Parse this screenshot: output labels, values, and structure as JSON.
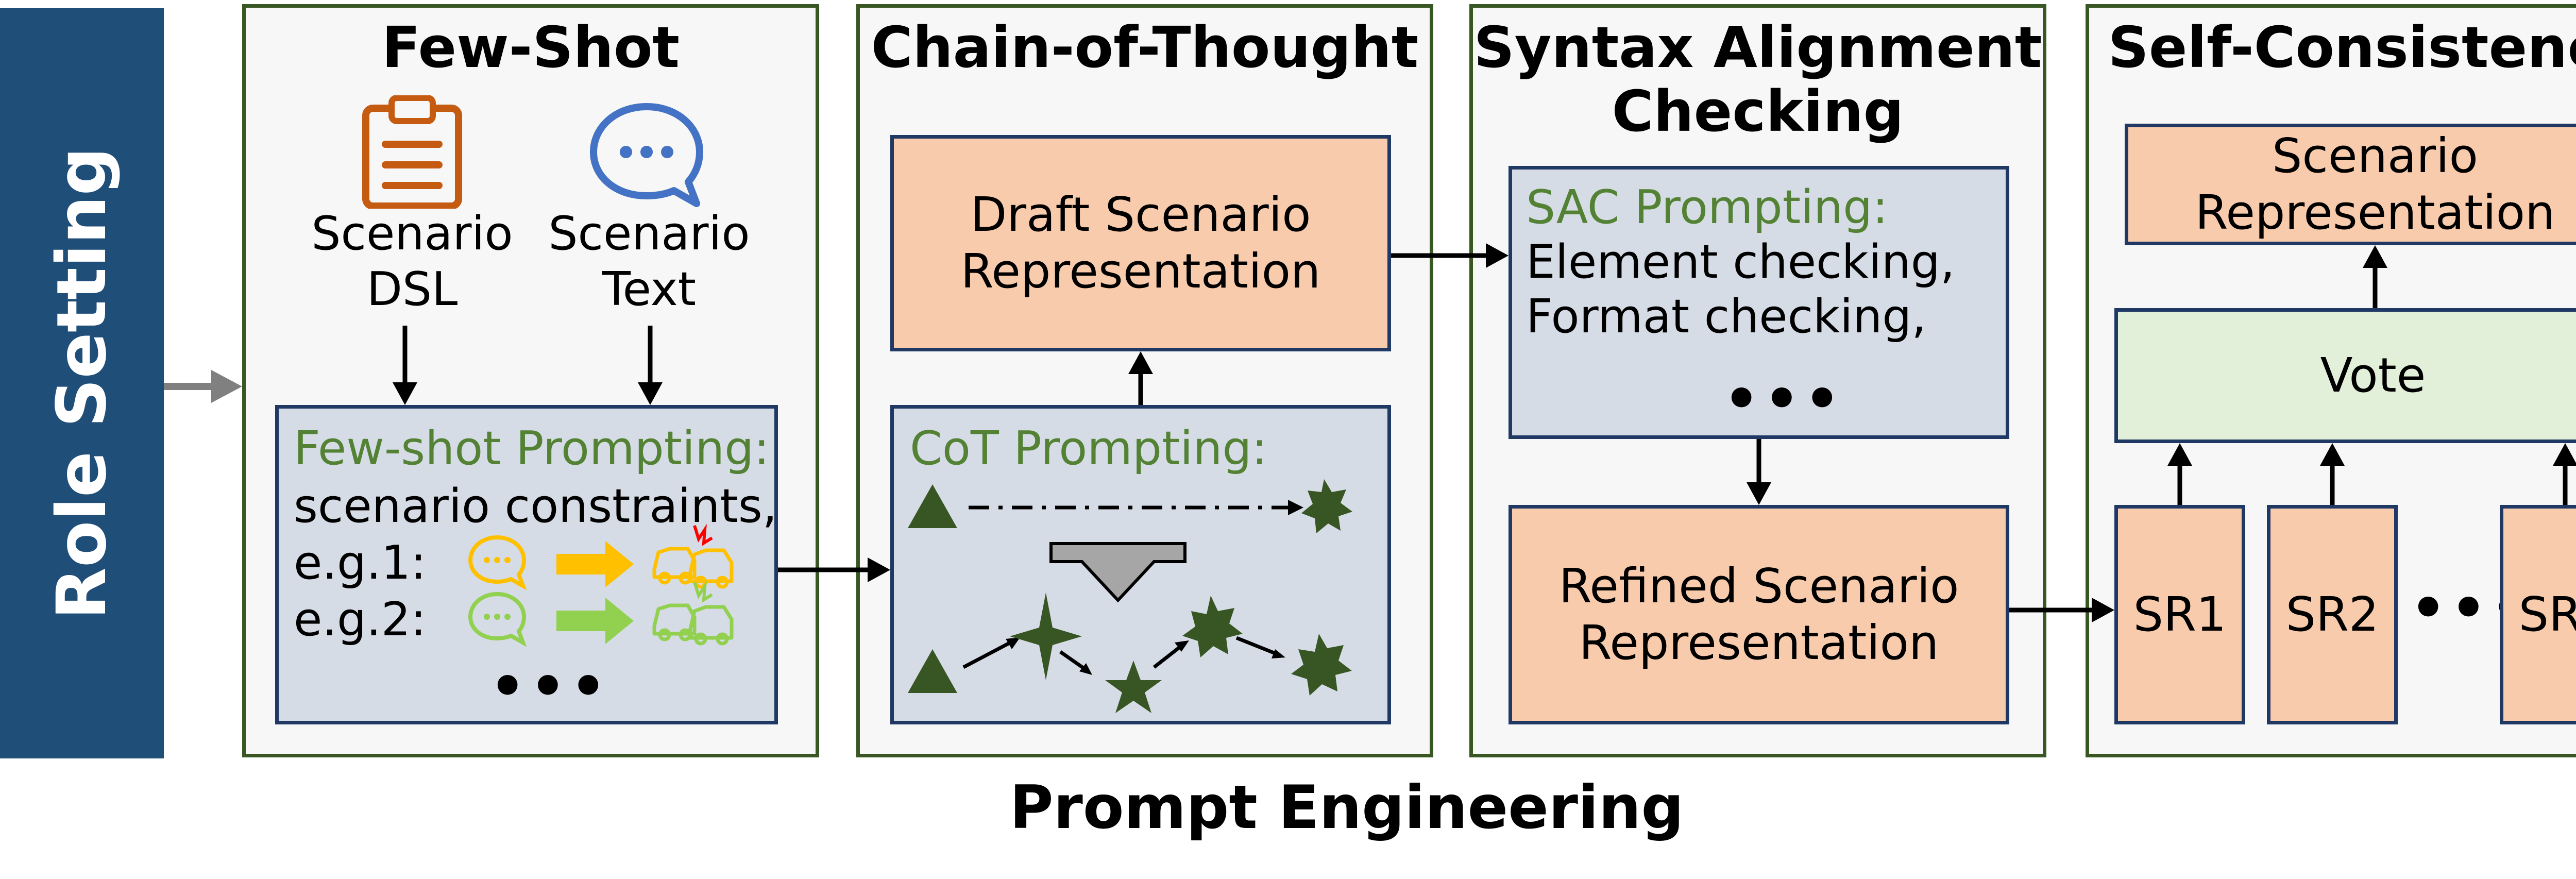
{
  "role_setting": "Role Setting",
  "bottom_title": "Prompt Engineering",
  "few_shot": {
    "title": "Few-Shot",
    "dsl_label": "Scenario\nDSL",
    "text_label": "Scenario\nText",
    "prompt_title": "Few-shot Prompting:",
    "constraints": "scenario constraints,",
    "eg1": "e.g.1:",
    "eg2": "e.g.2:",
    "ellipsis": "•••"
  },
  "cot": {
    "title": "Chain-of-Thought",
    "draft": "Draft Scenario\nRepresentation",
    "prompt_title": "CoT Prompting:"
  },
  "sac": {
    "title": "Syntax Alignment\nChecking",
    "prompt_title": "SAC Prompting:",
    "line1": "Element checking,",
    "line2": "Format checking,",
    "ellipsis": "•••",
    "refined": "Refined Scenario\nRepresentation"
  },
  "self_consistency": {
    "title": "Self-Consistency",
    "output": "Scenario\nRepresentation",
    "vote": "Vote",
    "sr1": "SR1",
    "sr2": "SR2",
    "srn": "SRn",
    "ellipsis": "•••"
  },
  "colors": {
    "role_bg": "#1f4e79",
    "panel_border": "#385723",
    "orange_box": "#f8cbad",
    "blue_box": "#d6dce5",
    "green_box": "#e2f0d9",
    "box_border": "#1f3864",
    "prompt_green": "#548235",
    "shape_green": "#375623",
    "icon_orange": "#c55a11",
    "icon_blue": "#4472c4",
    "car_yellow": "#ffc000",
    "car_green": "#92d050"
  },
  "icons": [
    "clipboard-icon",
    "speech-bubble-icon",
    "car-crash-icon",
    "triangle-shape",
    "star-shape",
    "down-arrow-shape"
  ]
}
